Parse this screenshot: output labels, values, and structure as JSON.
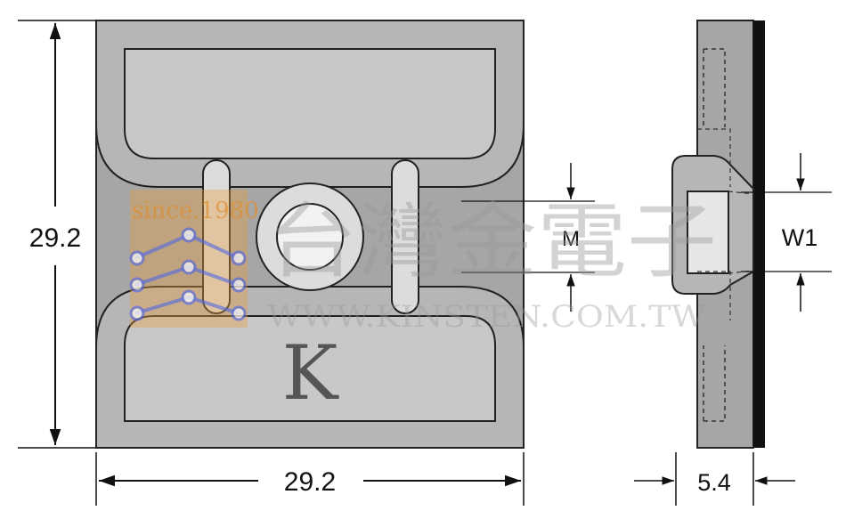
{
  "front_view": {
    "height_label": "29.2",
    "width_label": "29.2",
    "emboss_letter": "K"
  },
  "side_view": {
    "thickness_label": "5.4",
    "slot_label": "W1"
  },
  "center_hole": {
    "label": "M"
  },
  "watermark": {
    "since_text": "since.1980",
    "chinese_text": "台灣金電子",
    "url_text": "WWW.KINSTEN.COM.TW"
  },
  "colors": {
    "body_gray": "#a6a6a6",
    "pad_gray": "#c8c8c8",
    "light_gray": "#dcdcdc",
    "outline": "#222222",
    "side_strip": "#111111",
    "watermark_orange": "#e8a040",
    "watermark_blue": "#5b6bd6",
    "watermark_gray": "#7a7a7a"
  }
}
